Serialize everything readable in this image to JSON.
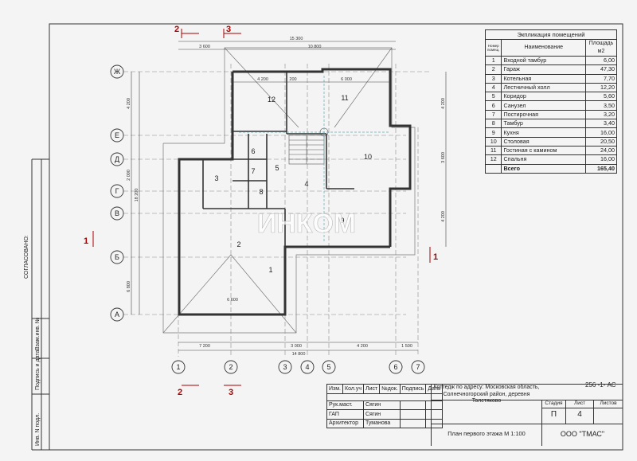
{
  "explication": {
    "title": "Экпликация помещений",
    "col_number": "Номер помещ.",
    "col_name": "Наименование",
    "col_area": "Площадь м2",
    "rows": [
      {
        "n": "1",
        "name": "Входной тамбур",
        "area": "6,00"
      },
      {
        "n": "2",
        "name": "Гараж",
        "area": "47,30"
      },
      {
        "n": "3",
        "name": "Котельная",
        "area": "7,70"
      },
      {
        "n": "4",
        "name": "Лестничный холл",
        "area": "12,20"
      },
      {
        "n": "5",
        "name": "Коридор",
        "area": "5,60"
      },
      {
        "n": "6",
        "name": "Санузел",
        "area": "3,50"
      },
      {
        "n": "7",
        "name": "Постирочная",
        "area": "3,20"
      },
      {
        "n": "8",
        "name": "Тамбур",
        "area": "3,40"
      },
      {
        "n": "9",
        "name": "Кухня",
        "area": "16,00"
      },
      {
        "n": "10",
        "name": "Столовая",
        "area": "20,50"
      },
      {
        "n": "11",
        "name": "Гостиная с камином",
        "area": "24,00"
      },
      {
        "n": "12",
        "name": "Спальня",
        "area": "16,00"
      }
    ],
    "total_label": "Всего",
    "total_area": "165,40"
  },
  "title_block": {
    "doc_code": "256 -1- АС",
    "headers": [
      "Изм.",
      "Кол.уч",
      "Лист",
      "№док.",
      "Подпись",
      "Дата"
    ],
    "people": [
      {
        "role": "Рук.маст.",
        "name": "Сягин"
      },
      {
        "role": "ГАП",
        "name": "Сягин"
      },
      {
        "role": "Архитектор",
        "name": "Туманова"
      }
    ],
    "project": "Коттедж по адресу: Московская область, Солнечногорский район, деревня Толстяково",
    "sheet_title": "План первого этажа  М 1:100",
    "stage_label": "Стадия",
    "sheet_label": "Лист",
    "sheets_label": "Листов",
    "stage": "П",
    "sheet": "4",
    "company": "ООО \"ТМАС\""
  },
  "left_strip": {
    "approved": "СОГЛАСОВАНО:",
    "inv_repl": "Взам.инв. №",
    "sign_date": "Подпись и дата",
    "inv_orig": "Инв. N подл."
  },
  "plan": {
    "axes_h": [
      "1",
      "2",
      "3",
      "4",
      "5",
      "6",
      "7"
    ],
    "axes_v": [
      "Ж",
      "Е",
      "Д",
      "Г",
      "В",
      "Б",
      "А"
    ],
    "section_marks": [
      "2",
      "3",
      "1"
    ],
    "room_numbers": [
      "1",
      "2",
      "3",
      "4",
      "5",
      "6",
      "7",
      "8",
      "9",
      "10",
      "11",
      "12"
    ],
    "dims_top": [
      "15 300",
      "3 600",
      "10 800",
      "4 200",
      "200",
      "6 000"
    ],
    "dims_bottom": [
      "14 800",
      "7 200",
      "3 000",
      "4 200",
      "1 500",
      "6 600"
    ],
    "dims_left": [
      "4 200",
      "2 000",
      "18 200",
      "6 800"
    ],
    "dims_right": [
      "4 200",
      "3 600",
      "4 200"
    ],
    "watermark": "ИНКОМ"
  },
  "accent": "#2a2a2a"
}
